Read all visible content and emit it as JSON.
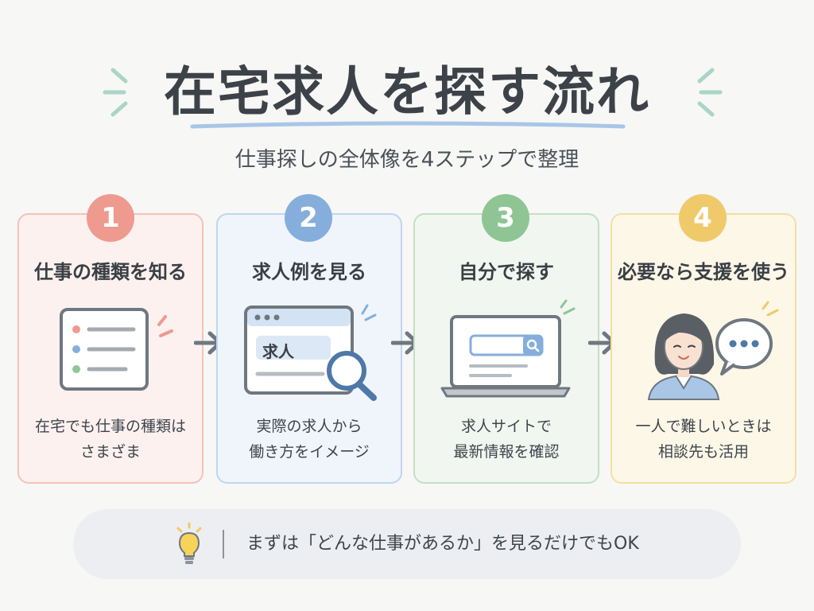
{
  "header": {
    "title": "在宅求人を探す流れ",
    "subtitle": "仕事探しの全体像を4ステップで整理"
  },
  "steps": [
    {
      "number": "1",
      "title": "仕事の種類を知る",
      "desc_line1": "在宅でも仕事の種類は",
      "desc_line2": "さまざま",
      "color": "#ef9a8f"
    },
    {
      "number": "2",
      "title": "求人例を見る",
      "desc_line1": "実際の求人から",
      "desc_line2": "働き方をイメージ",
      "color": "#86aedc",
      "search_label": "求人"
    },
    {
      "number": "3",
      "title": "自分で探す",
      "desc_line1": "求人サイトで",
      "desc_line2": "最新情報を確認",
      "color": "#8fc595"
    },
    {
      "number": "4",
      "title": "必要なら支援を使う",
      "desc_line1": "一人で難しいときは",
      "desc_line2": "相談先も活用",
      "color": "#f0c96a"
    }
  ],
  "tip": {
    "text": "まずは「どんな仕事があるか」を見るだけでもOK"
  }
}
